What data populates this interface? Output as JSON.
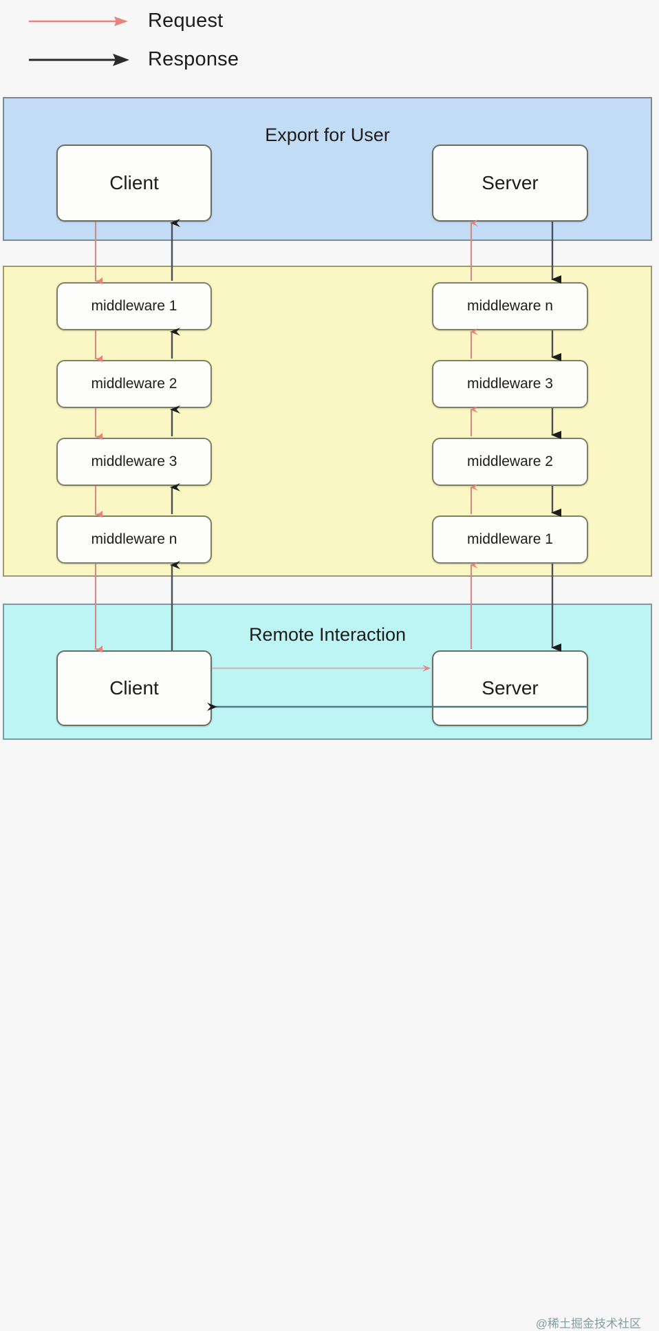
{
  "legend": {
    "items": [
      {
        "label": "Request",
        "color": "#e8837c",
        "icon": "request-arrow-icon"
      },
      {
        "label": "Response",
        "color": "#2b2b2b",
        "icon": "response-arrow-icon"
      }
    ]
  },
  "colors": {
    "request": "#e8837c",
    "response": "#2b2b2b",
    "band_user": "#c2dcf5",
    "band_middleware": "#faf7c4",
    "band_remote": "#bdf4f4",
    "node_fill": "#fdfdfb",
    "node_border": "#6d6d5f"
  },
  "sections": {
    "user": {
      "title": "Export for User",
      "nodes": [
        {
          "label": "Client",
          "side": "left"
        },
        {
          "label": "Server",
          "side": "right"
        }
      ]
    },
    "middleware": {
      "title": "",
      "left_column": [
        {
          "label": "middleware 1"
        },
        {
          "label": "middleware 2"
        },
        {
          "label": "middleware 3"
        },
        {
          "label": "middleware n"
        }
      ],
      "right_column": [
        {
          "label": "middleware n"
        },
        {
          "label": "middleware 3"
        },
        {
          "label": "middleware 2"
        },
        {
          "label": "middleware 1"
        }
      ]
    },
    "remote": {
      "title": "Remote Interaction",
      "nodes": [
        {
          "label": "Client",
          "side": "left"
        },
        {
          "label": "Server",
          "side": "right"
        }
      ],
      "links": [
        {
          "from": "Client",
          "to": "Server",
          "kind": "Request"
        },
        {
          "from": "Server",
          "to": "Client",
          "kind": "Response"
        }
      ]
    }
  },
  "watermark": "@稀土掘金技术社区"
}
